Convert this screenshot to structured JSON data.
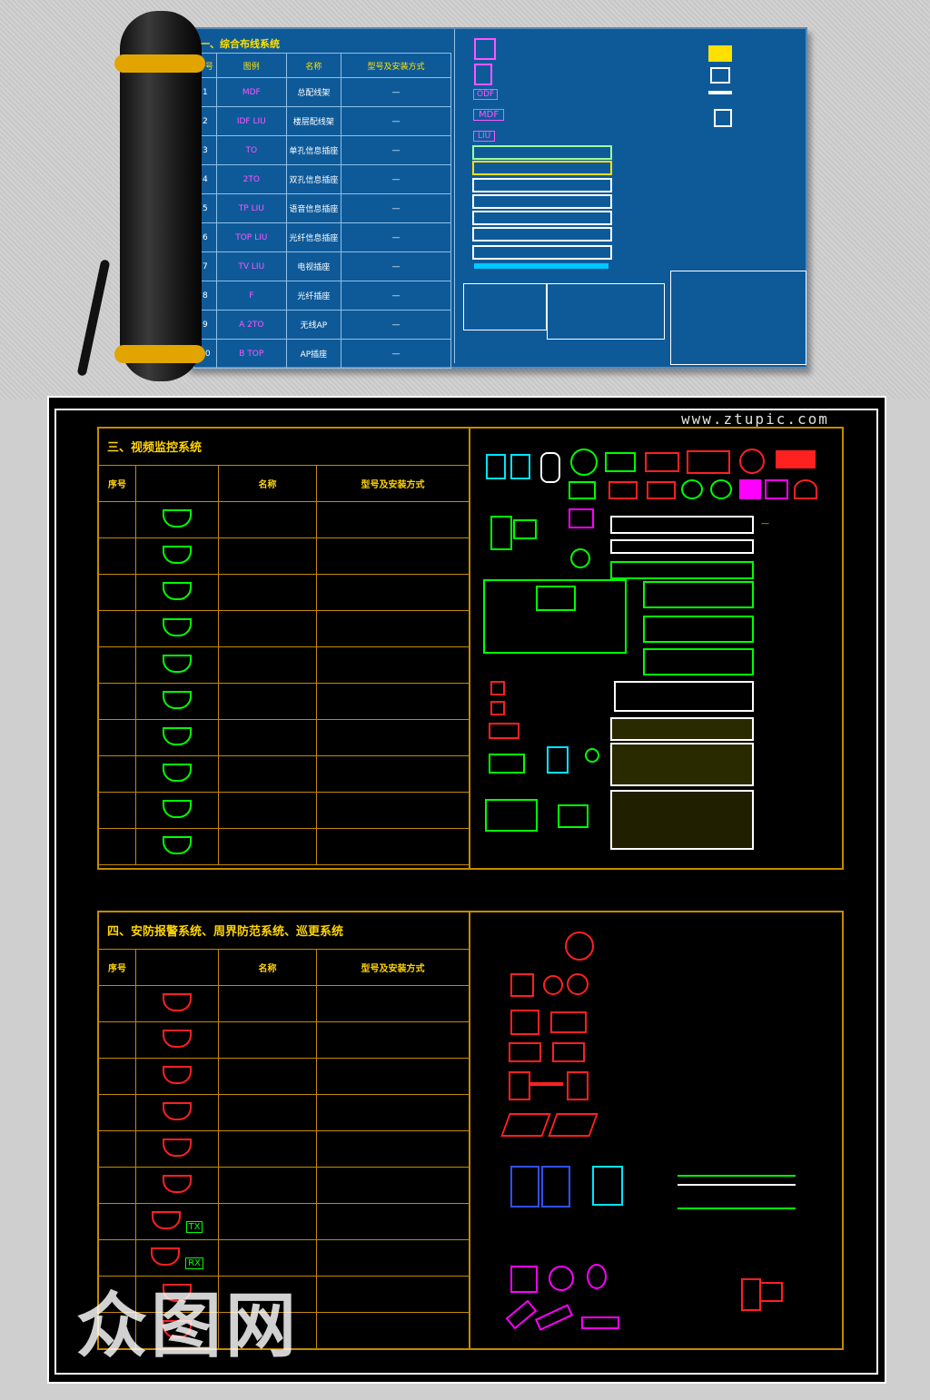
{
  "watermark": "www.ztupic.com",
  "brand": "众图网",
  "sheet": {
    "title": "一、综合布线系统",
    "headers": [
      "序号",
      "图例",
      "名称",
      "型号及安装方式"
    ],
    "rows": [
      {
        "n": "1",
        "a": "MDF",
        "b": "",
        "c": "总配线架"
      },
      {
        "n": "2",
        "a": "IDF",
        "b": "LIU",
        "c": "楼层配线架"
      },
      {
        "n": "3",
        "a": "TO",
        "b": "",
        "c": "单孔信息插座"
      },
      {
        "n": "4",
        "a": "2TO",
        "b": "",
        "c": "双孔信息插座"
      },
      {
        "n": "5",
        "a": "TP",
        "b": "LIU",
        "c": "语音信息插座"
      },
      {
        "n": "6",
        "a": "TOP",
        "b": "LIU",
        "c": "光纤信息插座"
      },
      {
        "n": "7",
        "a": "TV",
        "b": "LIU",
        "c": "电视插座"
      },
      {
        "n": "8",
        "a": "F",
        "b": "",
        "c": "光纤插座"
      },
      {
        "n": "9",
        "a": "A",
        "b": "2TO",
        "c": "无线AP"
      },
      {
        "n": "10",
        "a": "B",
        "b": "TOP",
        "c": "AP插座"
      }
    ],
    "symbols": [
      "MDF",
      "ODF",
      "LIU"
    ]
  },
  "cctv": {
    "title": "三、视频监控系统",
    "headers": [
      "序号",
      "名称",
      "型号及安装方式"
    ],
    "row_count": 10
  },
  "alarm": {
    "title": "四、安防报警系统、周界防范系统、巡更系统",
    "headers": [
      "序号",
      "名称",
      "型号及安装方式"
    ],
    "row_count": 10,
    "codes": [
      "TX",
      "RX"
    ]
  },
  "colors": {
    "sheet_blue": "#0e5a99",
    "grid_gold": "#c58a00",
    "text_yellow": "#ffd400",
    "symbol_green": "#00ff00",
    "symbol_red": "#ff2020"
  }
}
